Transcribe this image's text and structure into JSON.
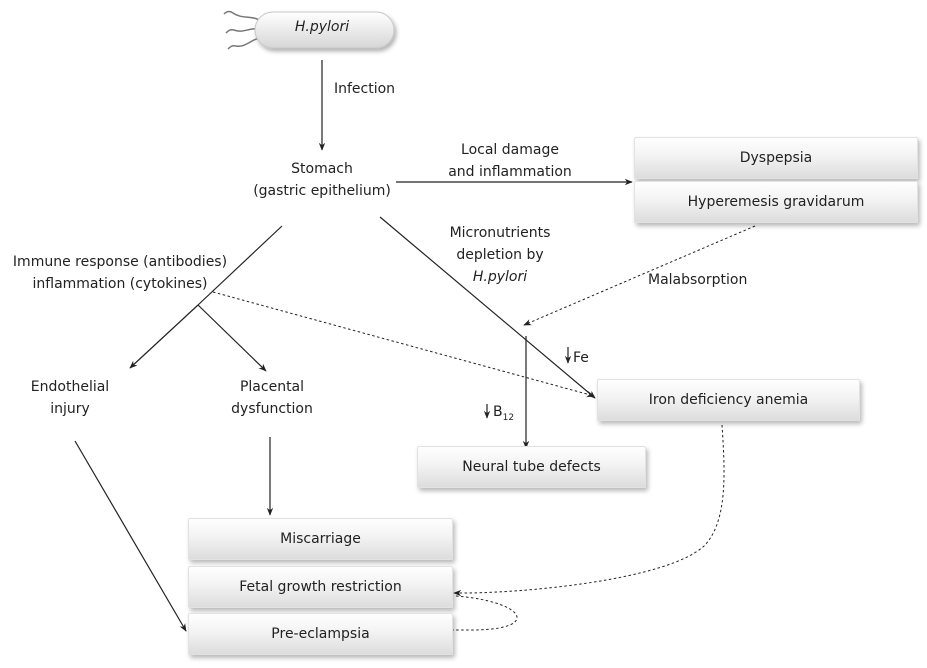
{
  "organism": "H.pylori",
  "edges": {
    "infection": "Infection",
    "local_damage": [
      "Local damage",
      "and inflammation"
    ],
    "micronutrients": [
      "Micronutrients",
      "depletion by"
    ],
    "micronutrients_agent": "H.pylori",
    "malabsorption": "Malabsorption",
    "fe": "Fe",
    "b12_base": "B",
    "b12_sub": "12"
  },
  "nodes": {
    "stomach": [
      "Stomach",
      "(gastric epithelium)"
    ],
    "immune": [
      "Immune response (antibodies)",
      "inflammation (cytokines)"
    ],
    "endothelial": [
      "Endothelial",
      "injury"
    ],
    "placental": [
      "Placental",
      "dysfunction"
    ]
  },
  "boxes": {
    "dyspepsia": "Dyspepsia",
    "hyperemesis": "Hyperemesis gravidarum",
    "iron_deficiency": "Iron deficiency anemia",
    "neural_tube": "Neural tube defects",
    "miscarriage": "Miscarriage",
    "fetal_growth": "Fetal growth restriction",
    "pre_eclampsia": "Pre-eclampsia"
  }
}
